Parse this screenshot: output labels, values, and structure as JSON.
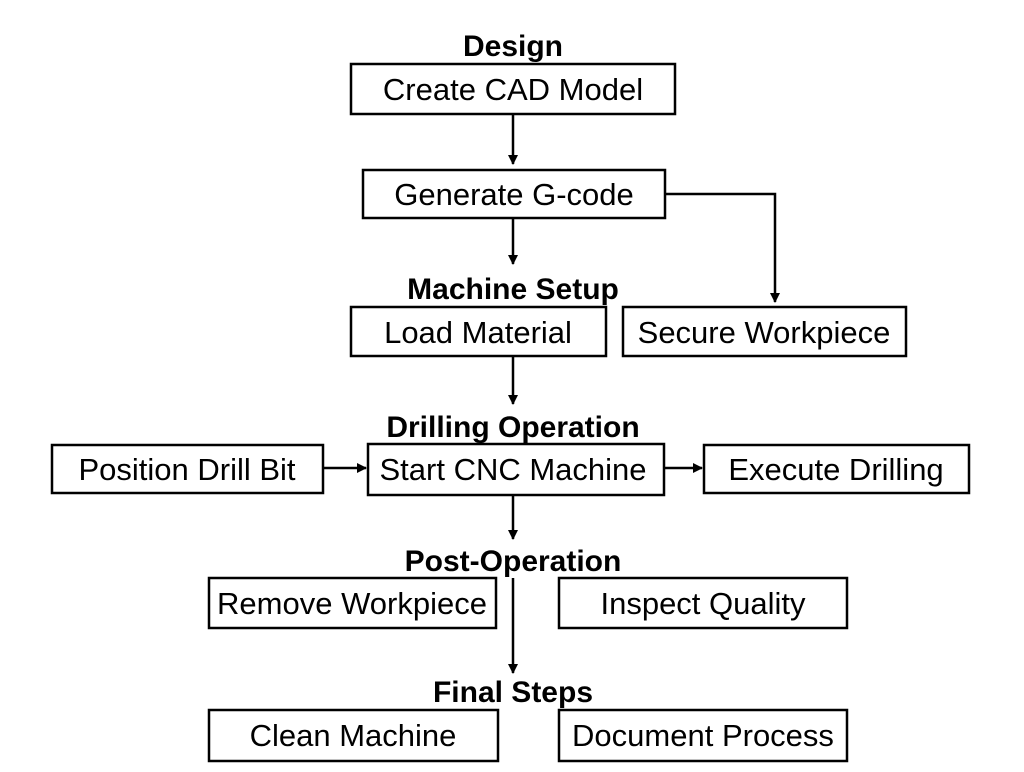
{
  "sections": {
    "design": "Design",
    "machine_setup": "Machine Setup",
    "drilling_operation": "Drilling Operation",
    "post_operation": "Post-Operation",
    "final_steps": "Final Steps"
  },
  "boxes": {
    "create_cad_model": "Create CAD Model",
    "generate_g_code": "Generate G-code",
    "load_material": "Load Material",
    "secure_workpiece": "Secure Workpiece",
    "position_drill_bit": "Position Drill Bit",
    "start_cnc_machine": "Start CNC Machine",
    "execute_drilling": "Execute Drilling",
    "remove_workpiece": "Remove Workpiece",
    "inspect_quality": "Inspect Quality",
    "clean_machine": "Clean Machine",
    "document_process": "Document Process"
  },
  "colors": {
    "stroke": "#000000",
    "background": "#ffffff"
  }
}
